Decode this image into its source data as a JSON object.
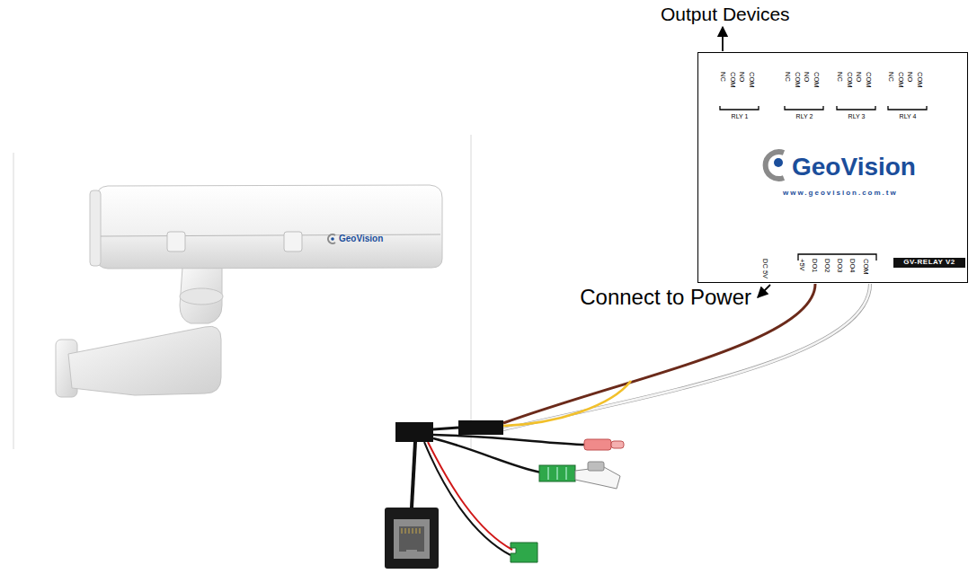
{
  "diagram": {
    "nodes": [
      {
        "text": [
          "GeoVision",
          "www.geovision.com.tw"
        ]
      },
      {
        "text": [
          "GV-RELAY V2"
        ],
        "in": 0
      }
    ],
    "labels": [
      "Output Devices",
      "NC",
      "COM",
      "NO",
      "COM",
      "RLY 1",
      "NC",
      "COM",
      "NO",
      "COM",
      "RLY 2",
      "NC",
      "COM",
      "NO",
      "COM",
      "RLY 3",
      "NC",
      "COM",
      "NO",
      "COM",
      "RLY 4",
      "DC 5V",
      "+5V",
      "DO1",
      "DO2",
      "DO3",
      "DO4",
      "COM",
      "Connect to Power",
      "GeoVision"
    ]
  }
}
